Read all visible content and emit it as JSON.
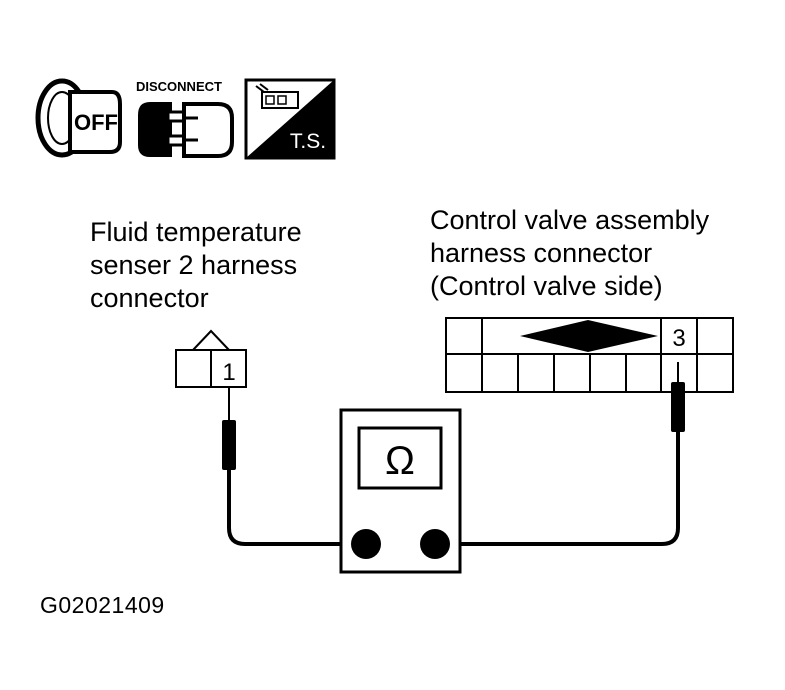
{
  "icons": {
    "ignition": {
      "name": "ignition-off-icon",
      "text": "OFF"
    },
    "disconnect": {
      "name": "disconnect-connector-icon",
      "text": "DISCONNECT"
    },
    "tester": {
      "name": "terminal-set-icon",
      "text": "T.S."
    }
  },
  "fluid_sensor_connector": {
    "label_lines": [
      "Fluid temperature",
      "senser 2 harness",
      "connector"
    ],
    "terminal": "1"
  },
  "control_valve_connector": {
    "label_lines": [
      "Control valve assembly",
      "harness connector",
      "(Control valve side)"
    ],
    "terminal": "3"
  },
  "ohmmeter": {
    "symbol": "Ω"
  },
  "doc_code": "G02021409"
}
